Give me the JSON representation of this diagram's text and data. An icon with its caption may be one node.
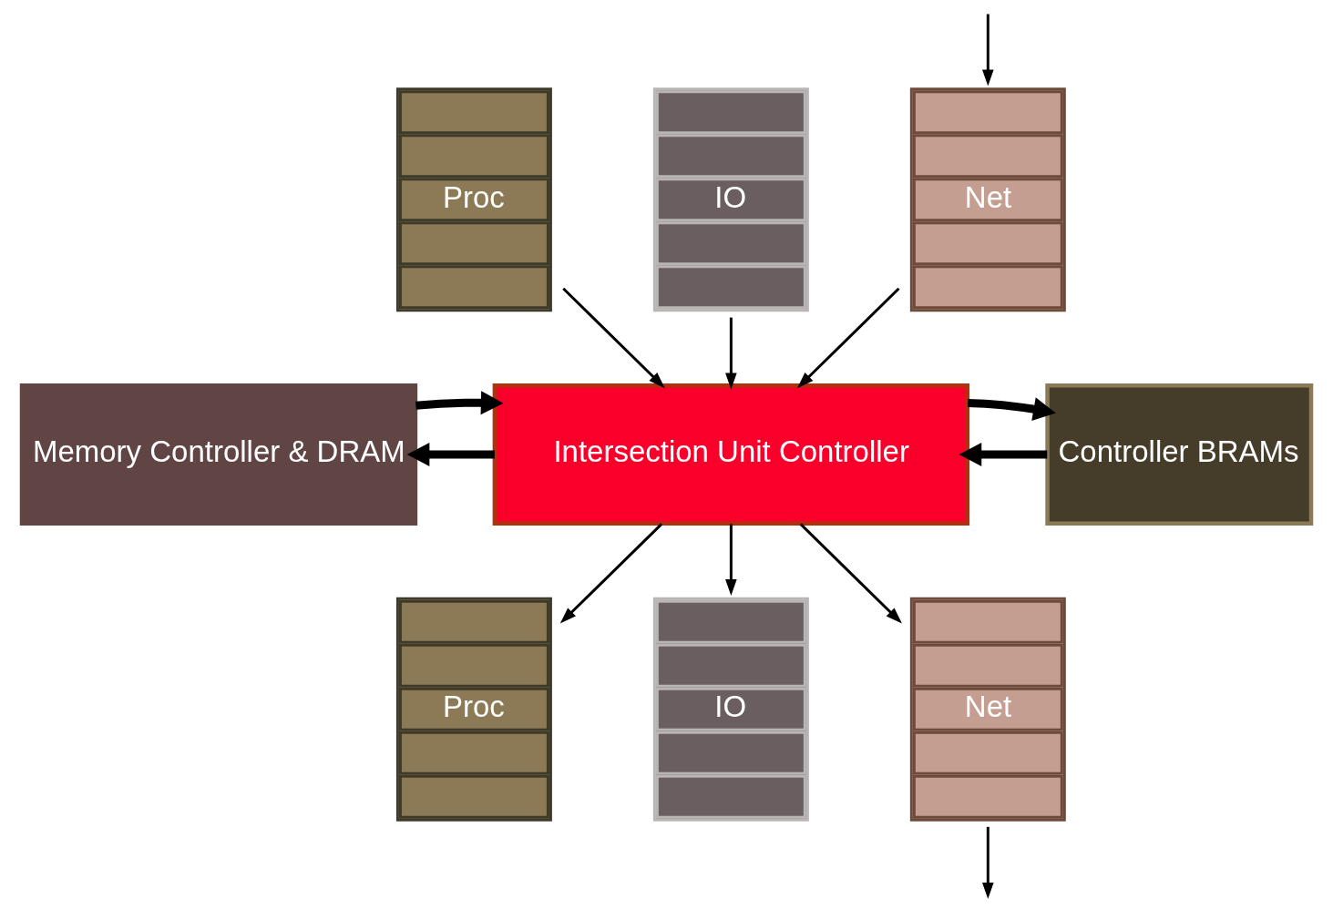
{
  "diagram": {
    "nodes": [
      {
        "text": [
          "Proc"
        ]
      },
      {
        "text": [
          "IO"
        ]
      },
      {
        "text": [
          "Net"
        ]
      },
      {
        "text": [
          "Memory Controller & DRAM"
        ]
      },
      {
        "text": [
          "Intersection Unit Controller"
        ]
      },
      {
        "text": [
          "Controller BRAMs"
        ]
      },
      {
        "text": [
          "Proc"
        ]
      },
      {
        "text": [
          "IO"
        ]
      },
      {
        "text": [
          "Net"
        ]
      }
    ],
    "edges": [
      {
        "from": null,
        "to": 2,
        "arrow": "to"
      },
      {
        "from": 0,
        "to": 4,
        "arrow": "to"
      },
      {
        "from": 1,
        "to": 4,
        "arrow": "to"
      },
      {
        "from": 2,
        "to": 4,
        "arrow": "to"
      },
      {
        "from": 4,
        "to": 3,
        "arrow": "to",
        "style": "thick"
      },
      {
        "from": 3,
        "to": 4,
        "arrow": "to",
        "style": "thick"
      },
      {
        "from": 5,
        "to": 4,
        "arrow": "to",
        "style": "thick"
      },
      {
        "from": 4,
        "to": 5,
        "arrow": "to",
        "style": "thick"
      },
      {
        "from": 4,
        "to": 6,
        "arrow": "to"
      },
      {
        "from": 4,
        "to": 7,
        "arrow": "to"
      },
      {
        "from": 4,
        "to": 8,
        "arrow": "to"
      },
      {
        "from": 8,
        "to": null,
        "arrow": "to"
      }
    ]
  }
}
